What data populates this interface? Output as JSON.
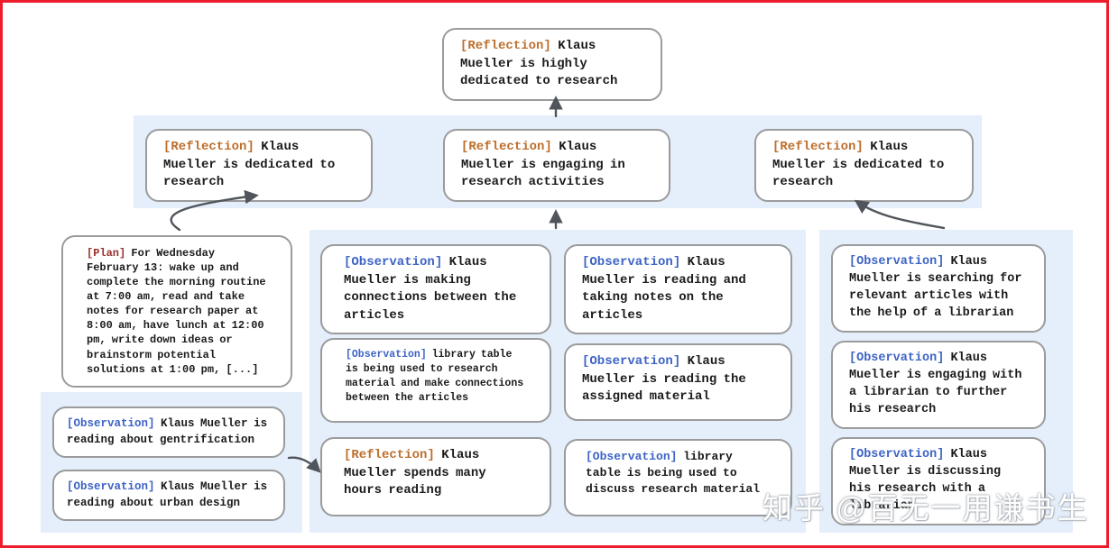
{
  "figure": {
    "root": {
      "tag": "[Reflection]",
      "text": "Klaus Mueller is highly dedicated to research"
    },
    "level2": [
      {
        "tag": "[Reflection]",
        "text": "Klaus Mueller is dedicated to research"
      },
      {
        "tag": "[Reflection]",
        "text": "Klaus Mueller is engaging in research activities"
      },
      {
        "tag": "[Reflection]",
        "text": "Klaus Mueller is dedicated to research"
      }
    ],
    "plan": {
      "tag": "[Plan]",
      "text": "For Wednesday February 13: wake up and complete the morning routine at 7:00 am, read and take notes for research paper at 8:00 am, have lunch at 12:00 pm, write down ideas or brainstorm potential solutions at 1:00 pm, [...]"
    },
    "left_observations": [
      {
        "tag": "[Observation]",
        "text": "Klaus Mueller is reading about gentrification"
      },
      {
        "tag": "[Observation]",
        "text": "Klaus Mueller is reading about urban design"
      }
    ],
    "middle_col_a": [
      {
        "tag": "[Observation]",
        "text": "Klaus Mueller is making connections between the articles"
      },
      {
        "tag": "[Observation]",
        "text": "library table is being used to research material and make connections between the articles"
      },
      {
        "tag": "[Reflection]",
        "text": "Klaus Mueller spends many hours reading"
      }
    ],
    "middle_col_b": [
      {
        "tag": "[Observation]",
        "text": "Klaus Mueller is reading and taking notes on the articles"
      },
      {
        "tag": "[Observation]",
        "text": "Klaus Mueller is reading the assigned material"
      },
      {
        "tag": "[Observation]",
        "text": "library table is being used to discuss research material"
      }
    ],
    "right_col": [
      {
        "tag": "[Observation]",
        "text": "Klaus Mueller is searching for relevant articles with the help of a librarian"
      },
      {
        "tag": "[Observation]",
        "text": "Klaus Mueller is engaging with a librarian to further his research"
      },
      {
        "tag": "[Observation]",
        "text": "Klaus Mueller is discussing his research with a librarian"
      }
    ]
  },
  "watermark": "知乎 @百无一用谦书生",
  "colors": {
    "reflection_tag": "#bd6f2d",
    "observation_tag": "#3d63c5",
    "plan_tag": "#97302a",
    "panel_background": "#e5eefb",
    "node_border": "#9b9b9b",
    "arrow": "#50555b",
    "frame_border": "#ec1c2c",
    "text": "#1b1b1b"
  }
}
